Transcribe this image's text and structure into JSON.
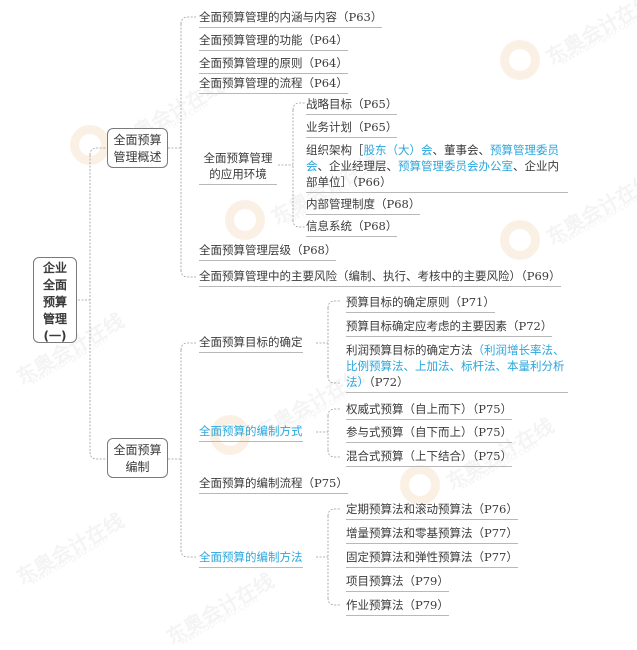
{
  "root": {
    "label_lines": [
      "企业",
      "全面",
      "预算",
      "管理",
      "(一)"
    ]
  },
  "branches": [
    {
      "label_lines": [
        "全面预算",
        "管理概述"
      ],
      "children": [
        {
          "label": "全面预算管理的内涵与内容（P63）"
        },
        {
          "label": "全面预算管理的功能（P64）"
        },
        {
          "label": "全面预算管理的原则（P64）"
        },
        {
          "label": "全面预算管理的流程（P64）"
        },
        {
          "label_lines": [
            "全面预算管理",
            "的应用环境"
          ],
          "children": [
            {
              "label": "战略目标（P65）"
            },
            {
              "label": "业务计划（P65）"
            },
            {
              "segments": [
                {
                  "text": "组织架构［",
                  "highlight": false
                },
                {
                  "text": "股东（大）会",
                  "highlight": true
                },
                {
                  "text": "、董事会、",
                  "highlight": false
                },
                {
                  "text": "预算管理委员会",
                  "highlight": true
                },
                {
                  "text": "、企业经理层、",
                  "highlight": false
                },
                {
                  "text": "预算管理委员会办公室",
                  "highlight": true
                },
                {
                  "text": "、企业内部单位］（P66）",
                  "highlight": false
                }
              ]
            },
            {
              "label": "内部管理制度（P68）"
            },
            {
              "label": "信息系统（P68）"
            }
          ]
        },
        {
          "label": "全面预算管理层级（P68）"
        },
        {
          "label": "全面预算管理中的主要风险（编制、执行、考核中的主要风险）（P69）"
        }
      ]
    },
    {
      "label_lines": [
        "全面预算",
        "编制"
      ],
      "children": [
        {
          "label": "全面预算目标的确定",
          "highlight": false,
          "children": [
            {
              "label": "预算目标的确定原则（P71）"
            },
            {
              "label": "预算目标确定应考虑的主要因素（P72）"
            },
            {
              "segments": [
                {
                  "text": "利润预算目标的确定方法",
                  "highlight": false
                },
                {
                  "text": "（利润增长率法、比例预算法、上加法、标杆法、本量利分析法）",
                  "highlight": true
                },
                {
                  "text": "（P72）",
                  "highlight": false
                }
              ]
            }
          ]
        },
        {
          "label": "全面预算的编制方式",
          "highlight": true,
          "children": [
            {
              "label": "权威式预算（自上而下）（P75）"
            },
            {
              "label": "参与式预算（自下而上）（P75）"
            },
            {
              "label": "混合式预算（上下结合）（P75）"
            }
          ]
        },
        {
          "label": "全面预算的编制流程（P75）"
        },
        {
          "label": "全面预算的编制方法",
          "highlight": true,
          "children": [
            {
              "label": "定期预算法和滚动预算法（P76）"
            },
            {
              "label": "增量预算法和零基预算法（P77）"
            },
            {
              "label": "固定预算法和弹性预算法（P77）"
            },
            {
              "label": "项目预算法（P79）"
            },
            {
              "label": "作业预算法（P79）"
            }
          ]
        }
      ]
    }
  ],
  "watermark": {
    "text": "东奥会计在线",
    "url": "www.dongao.com"
  },
  "colors": {
    "highlight": "#29a6dd",
    "text": "#3a3a3a",
    "line": "#9a9a9a"
  }
}
